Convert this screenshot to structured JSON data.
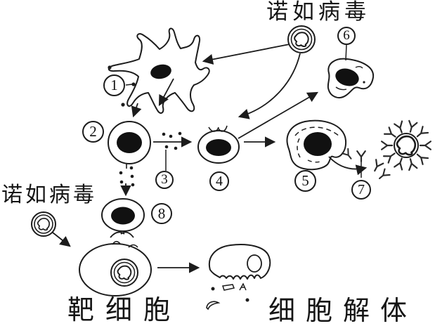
{
  "diagram": {
    "labels": {
      "virus_top": "诺如病毒",
      "virus_left": "诺如病毒",
      "target_cell": "靶细胞",
      "cell_lysis": "细胞解体"
    },
    "markers": [
      {
        "label": "1"
      },
      {
        "label": "2"
      },
      {
        "label": "3"
      },
      {
        "label": "4"
      },
      {
        "label": "5"
      },
      {
        "label": "6"
      },
      {
        "label": "7"
      },
      {
        "label": "8"
      }
    ],
    "icons": {
      "virus": "virus-capsid-icon (double circle with wavy capsid core)",
      "antibody": "antibody-y-icon (Y shape)"
    },
    "colors": {
      "ink": "#1c1c1c",
      "background": "#ffffff"
    }
  }
}
